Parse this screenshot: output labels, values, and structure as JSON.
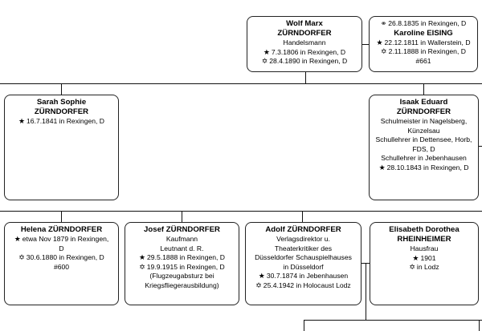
{
  "symbols": {
    "birth": "★",
    "death": "✡",
    "marriage": "⚭"
  },
  "persons": {
    "wolf": {
      "name_line1": "Wolf Marx",
      "name_line2": "ZÜRNDORFER",
      "occupation": "Handelsmann",
      "birth": "7.3.1806 in Rexingen, D",
      "death": "28.4.1890 in Rexingen, D"
    },
    "karoline": {
      "marriage": "26.8.1835 in Rexingen, D",
      "name": "Karoline EISING",
      "birth": "22.12.1811 in Wallerstein, D",
      "death": "2.11.1888 in Rexingen, D",
      "ref": "#661"
    },
    "sarah": {
      "name_line1": "Sarah Sophie",
      "name_line2": "ZÜRNDORFER",
      "birth": "16.7.1841 in Rexingen, D"
    },
    "isaak": {
      "name_line1": "Isaak Eduard",
      "name_line2": "ZÜRNDORFER",
      "occ1": "Schulmeister in Nagelsberg,",
      "occ2": "Künzelsau",
      "occ3": "Schullehrer in Dettensee, Horb,",
      "occ4": "FDS, D",
      "occ5": "Schullehrer in Jebenhausen",
      "birth": "28.10.1843 in Rexingen, D"
    },
    "helena": {
      "name": "Helena ZÜRNDORFER",
      "birth_a": "etwa Nov 1879 in Rexingen,",
      "birth_b": "D",
      "death": "30.6.1880 in Rexingen, D",
      "ref": "#600"
    },
    "josef": {
      "name": "Josef ZÜRNDORFER",
      "occ1": "Kaufmann",
      "occ2": "Leutnant d. R.",
      "birth": "29.5.1888 in Rexingen, D",
      "death": "19.9.1915 in Rexingen, D",
      "note1": "(Flugzeugabsturz bei",
      "note2": "Kriegsfliegerausbildung)"
    },
    "adolf": {
      "name": "Adolf ZÜRNDORFER",
      "occ1": "Verlagsdirektor u.",
      "occ2": "Theaterkritiker des",
      "occ3": "Düsseldorfer Schauspielhauses",
      "occ4": "in Düsseldorf",
      "birth": "30.7.1874 in Jebenhausen",
      "death": "25.4.1942 in Holocaust Lodz"
    },
    "elisabeth": {
      "name_line1": "Elisabeth Dorothea",
      "name_line2": "RHEINHEIMER",
      "occupation": "Hausfrau",
      "birth": "1901",
      "death": "in Lodz"
    }
  }
}
